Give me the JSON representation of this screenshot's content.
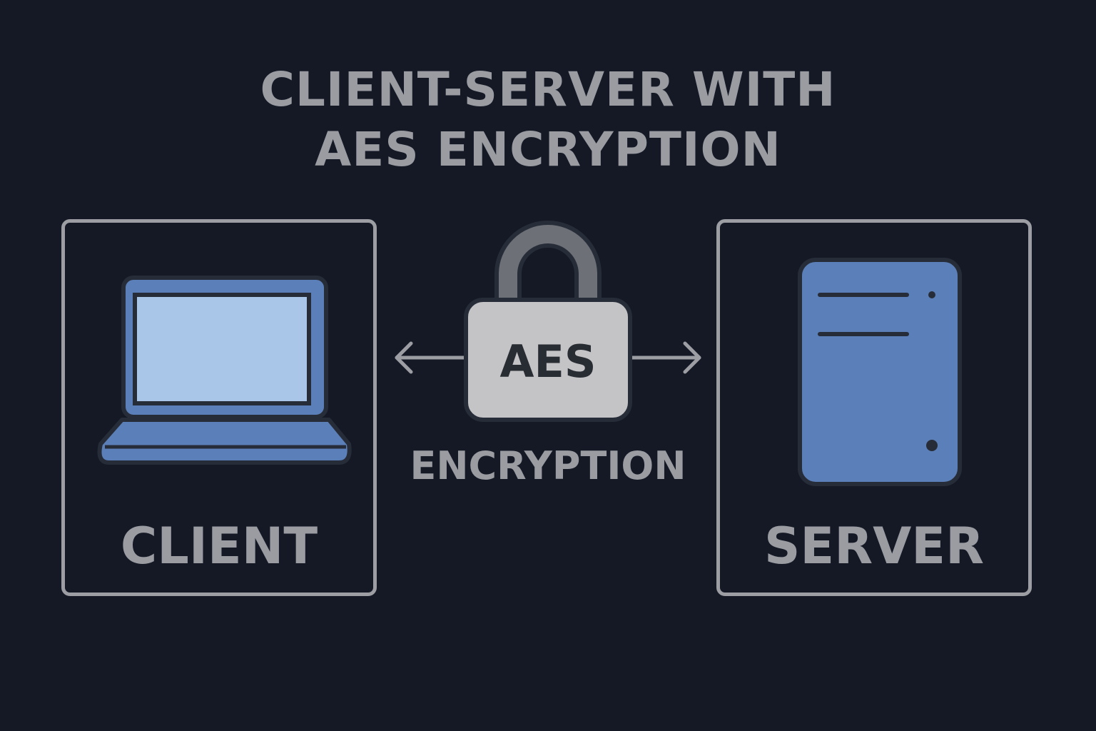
{
  "diagram": {
    "title_line1": "CLIENT-SERVER WITH",
    "title_line2": "AES ENCRYPTION",
    "client_label": "CLIENT",
    "server_label": "SERVER",
    "lock_text": "AES",
    "encryption_label": "ENCRYPTION"
  },
  "icons": {
    "client": "laptop-icon",
    "server": "server-icon",
    "lock": "padlock-icon",
    "link": "bidirectional-arrow-icon"
  },
  "colors": {
    "background": "#141925",
    "outline_gray": "#9c9ea4",
    "text_gray": "#9a9ca2",
    "device_blue": "#5b7fb8",
    "screen_light_blue": "#a9c6e8",
    "lock_body": "#c4c4c6",
    "lock_shackle": "#6e7077"
  }
}
